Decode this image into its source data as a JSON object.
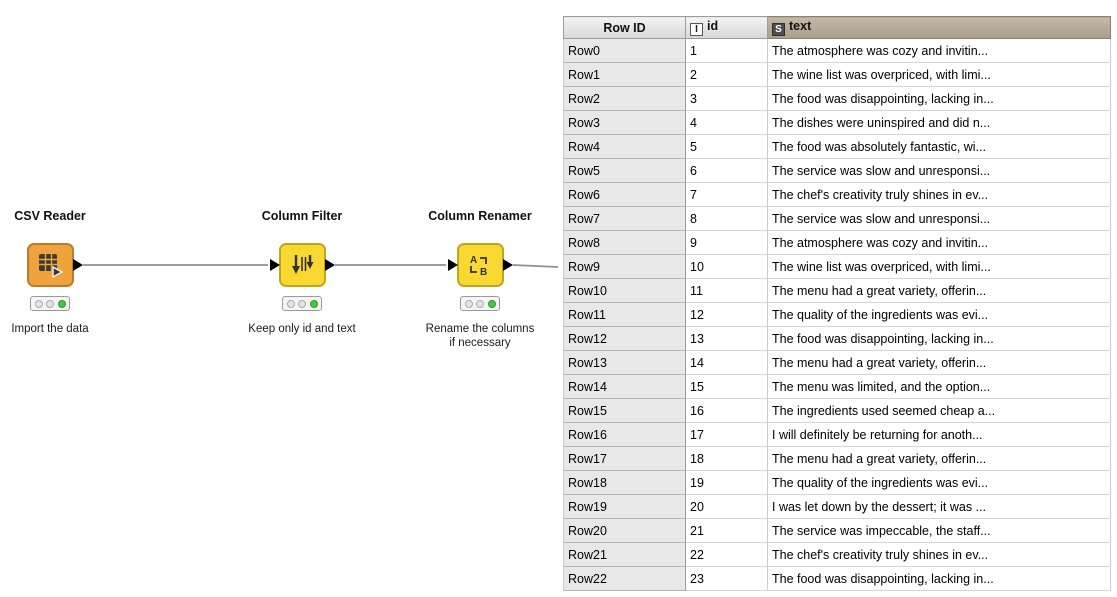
{
  "workflow": {
    "nodes": [
      {
        "label": "CSV Reader",
        "caption": "Import the data"
      },
      {
        "label": "Column Filter",
        "caption": "Keep only id and text"
      },
      {
        "label": "Column Renamer",
        "caption": "Rename the columns\nif necessary"
      }
    ],
    "status": {
      "state": "executed",
      "green": "#3ecb3e"
    },
    "colors": {
      "reader_orange": "#f0a23d",
      "manipulator_yellow": "#f8d831",
      "wire_gray": "#8f8f8f"
    }
  },
  "table": {
    "columns": [
      {
        "label": "Row ID",
        "type_icon": ""
      },
      {
        "label": "id",
        "type_icon": "I"
      },
      {
        "label": "text",
        "type_icon": "S"
      }
    ],
    "header_selected_color": "#b3a695",
    "rows": [
      {
        "row_id": "Row0",
        "id": "1",
        "text": "The atmosphere was cozy and invitin..."
      },
      {
        "row_id": "Row1",
        "id": "2",
        "text": "The wine list was overpriced, with limi..."
      },
      {
        "row_id": "Row2",
        "id": "3",
        "text": "The food was disappointing, lacking in..."
      },
      {
        "row_id": "Row3",
        "id": "4",
        "text": "The dishes were uninspired and did n..."
      },
      {
        "row_id": "Row4",
        "id": "5",
        "text": "The food was absolutely fantastic, wi..."
      },
      {
        "row_id": "Row5",
        "id": "6",
        "text": "The service was slow and unresponsi..."
      },
      {
        "row_id": "Row6",
        "id": "7",
        "text": "The chef's creativity truly shines in ev..."
      },
      {
        "row_id": "Row7",
        "id": "8",
        "text": "The service was slow and unresponsi..."
      },
      {
        "row_id": "Row8",
        "id": "9",
        "text": "The atmosphere was cozy and invitin..."
      },
      {
        "row_id": "Row9",
        "id": "10",
        "text": "The wine list was overpriced, with limi..."
      },
      {
        "row_id": "Row10",
        "id": "11",
        "text": "The menu had a great variety, offerin..."
      },
      {
        "row_id": "Row11",
        "id": "12",
        "text": "The quality of the ingredients was evi..."
      },
      {
        "row_id": "Row12",
        "id": "13",
        "text": "The food was disappointing, lacking in..."
      },
      {
        "row_id": "Row13",
        "id": "14",
        "text": "The menu had a great variety, offerin..."
      },
      {
        "row_id": "Row14",
        "id": "15",
        "text": "The menu was limited, and the option..."
      },
      {
        "row_id": "Row15",
        "id": "16",
        "text": "The ingredients used seemed cheap a..."
      },
      {
        "row_id": "Row16",
        "id": "17",
        "text": "I will definitely be returning for anoth..."
      },
      {
        "row_id": "Row17",
        "id": "18",
        "text": "The menu had a great variety, offerin..."
      },
      {
        "row_id": "Row18",
        "id": "19",
        "text": "The quality of the ingredients was evi..."
      },
      {
        "row_id": "Row19",
        "id": "20",
        "text": "I was let down by the dessert; it was ..."
      },
      {
        "row_id": "Row20",
        "id": "21",
        "text": "The service was impeccable, the staff..."
      },
      {
        "row_id": "Row21",
        "id": "22",
        "text": "The chef's creativity truly shines in ev..."
      },
      {
        "row_id": "Row22",
        "id": "23",
        "text": "The food was disappointing, lacking in..."
      }
    ]
  }
}
